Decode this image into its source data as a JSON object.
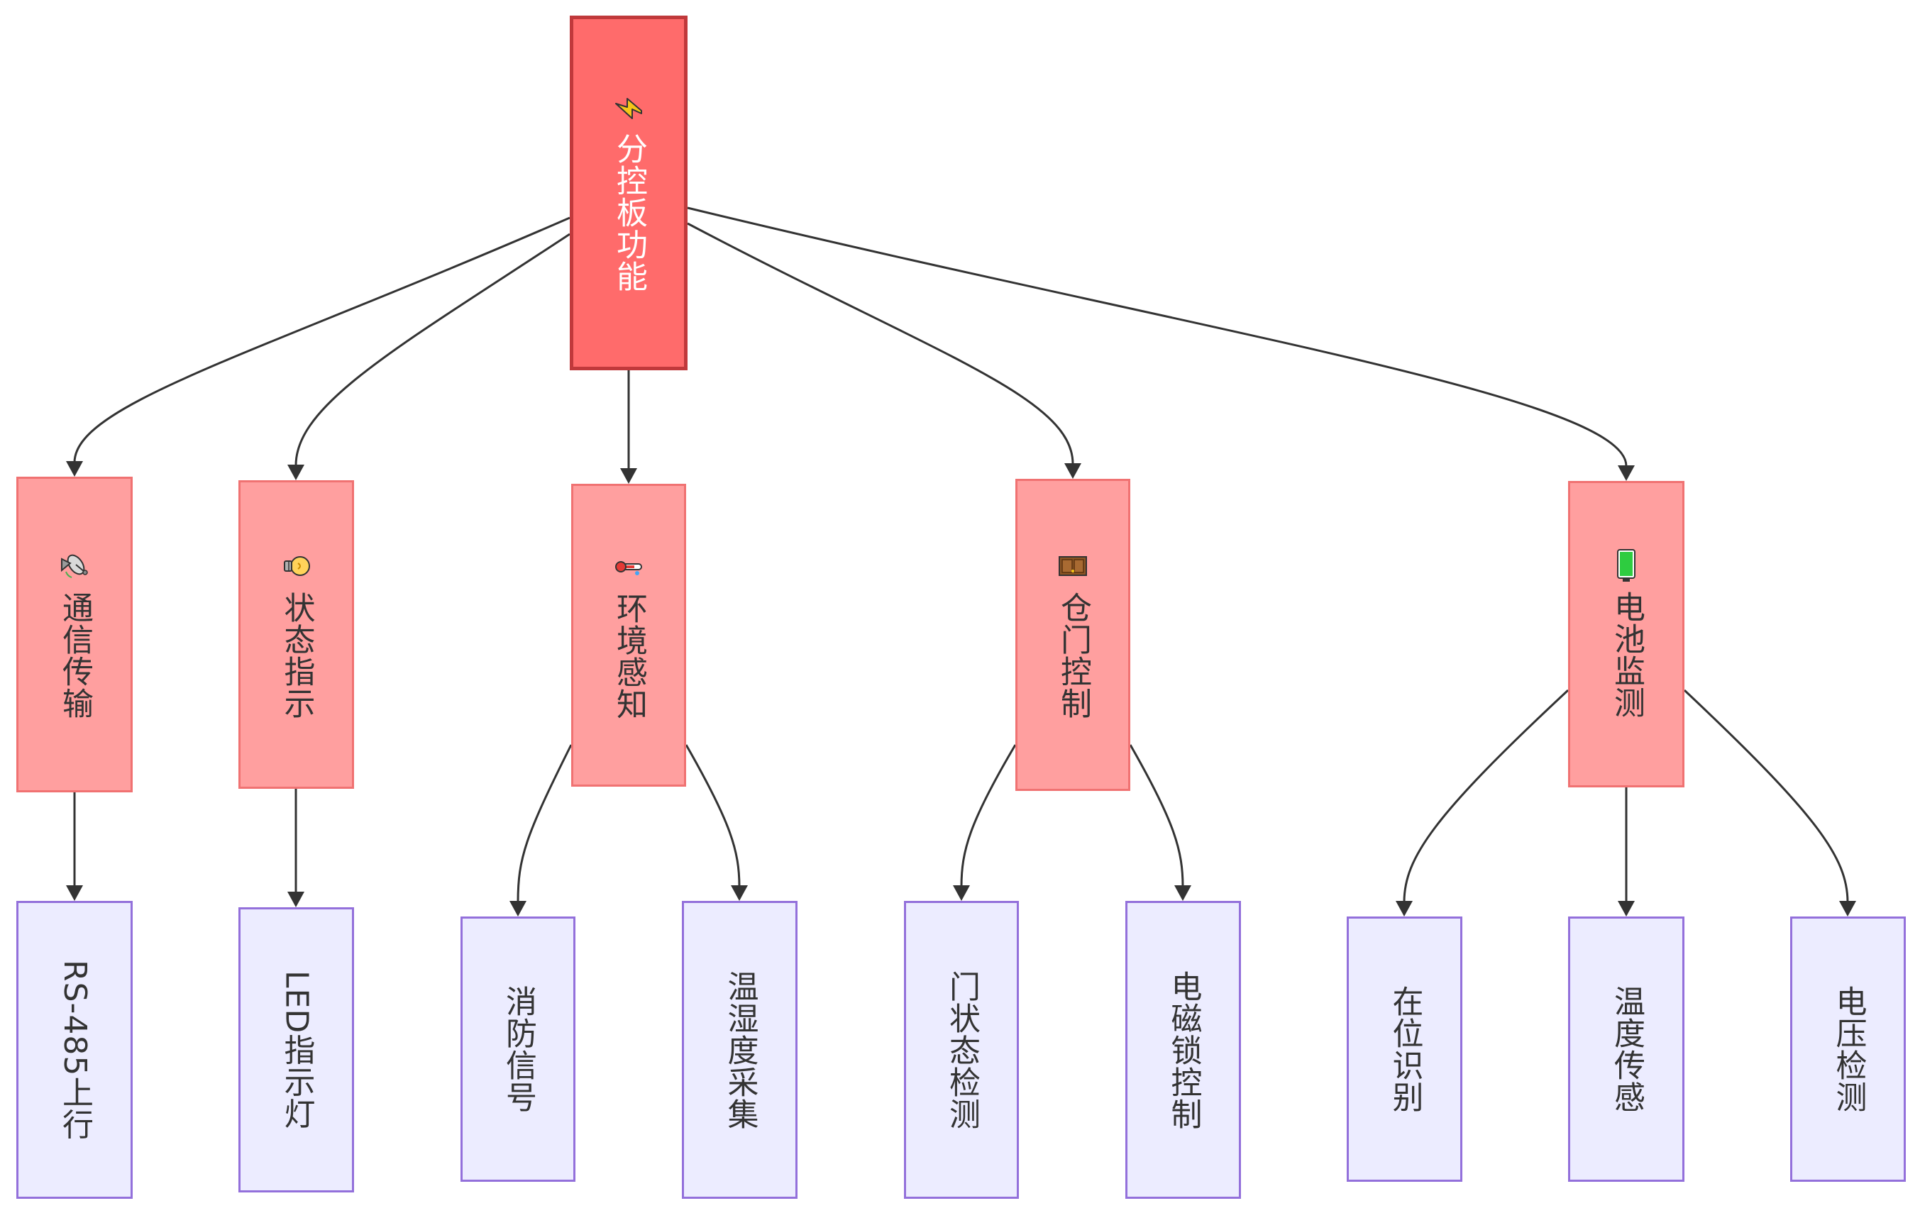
{
  "root": {
    "label": "分控板功能",
    "icon": "lightning-icon"
  },
  "branches": [
    {
      "label": "通信传输",
      "icon": "satellite-dish-icon",
      "children": [
        "RS-485上行"
      ]
    },
    {
      "label": "状态指示",
      "icon": "light-bulb-icon",
      "children": [
        "LED指示灯"
      ]
    },
    {
      "label": "环境感知",
      "icon": "thermometer-icon",
      "children": [
        "消防信号",
        "温湿度采集"
      ]
    },
    {
      "label": "仓门控制",
      "icon": "door-icon",
      "children": [
        "门状态检测",
        "电磁锁控制"
      ]
    },
    {
      "label": "电池监测",
      "icon": "battery-icon",
      "children": [
        "在位识别",
        "温度传感",
        "电压检测"
      ]
    }
  ],
  "colors": {
    "root_fill": "#ff6b6b",
    "root_stroke": "#c0393b",
    "branch_fill": "#ff9f9f",
    "branch_stroke": "#f07272",
    "leaf_fill": "#ececff",
    "leaf_stroke": "#9370db",
    "edge": "#333333"
  }
}
